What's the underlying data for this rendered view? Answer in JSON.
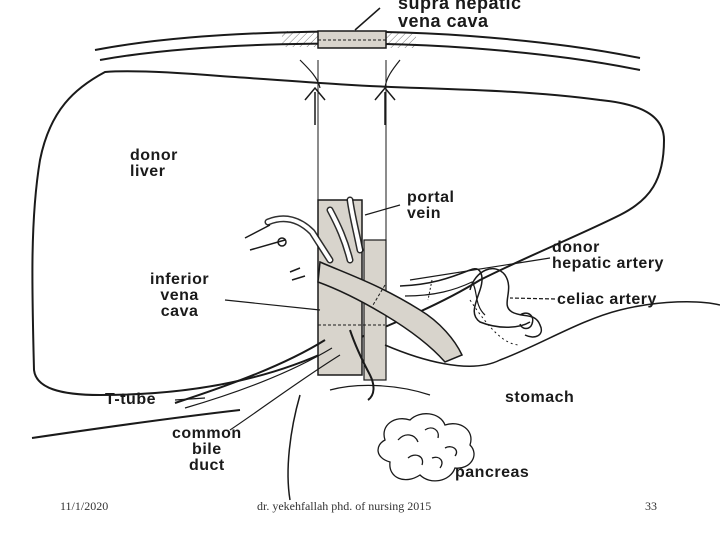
{
  "labels": {
    "supra_hepatic_vena_cava": [
      "supra hepatic",
      "vena cava"
    ],
    "donor_liver": [
      "donor",
      "liver"
    ],
    "portal_vein": [
      "portal",
      "vein"
    ],
    "donor_hepatic_artery": [
      "donor",
      "hepatic artery"
    ],
    "inferior_vena_cava": [
      "inferior",
      "vena",
      "cava"
    ],
    "celiac_artery": "celiac artery",
    "t_tube": "T-tube",
    "stomach": "stomach",
    "common_bile_duct": [
      "common",
      "bile",
      "duct"
    ],
    "pancreas": "pancreas"
  },
  "footer": {
    "date": "11/1/2020",
    "author": "dr. yekehfallah phd. of nursing 2015",
    "page": "33"
  },
  "colors": {
    "line": "#1a1a1a",
    "vessel_fill": "#d8d4cc",
    "background": "#ffffff"
  }
}
